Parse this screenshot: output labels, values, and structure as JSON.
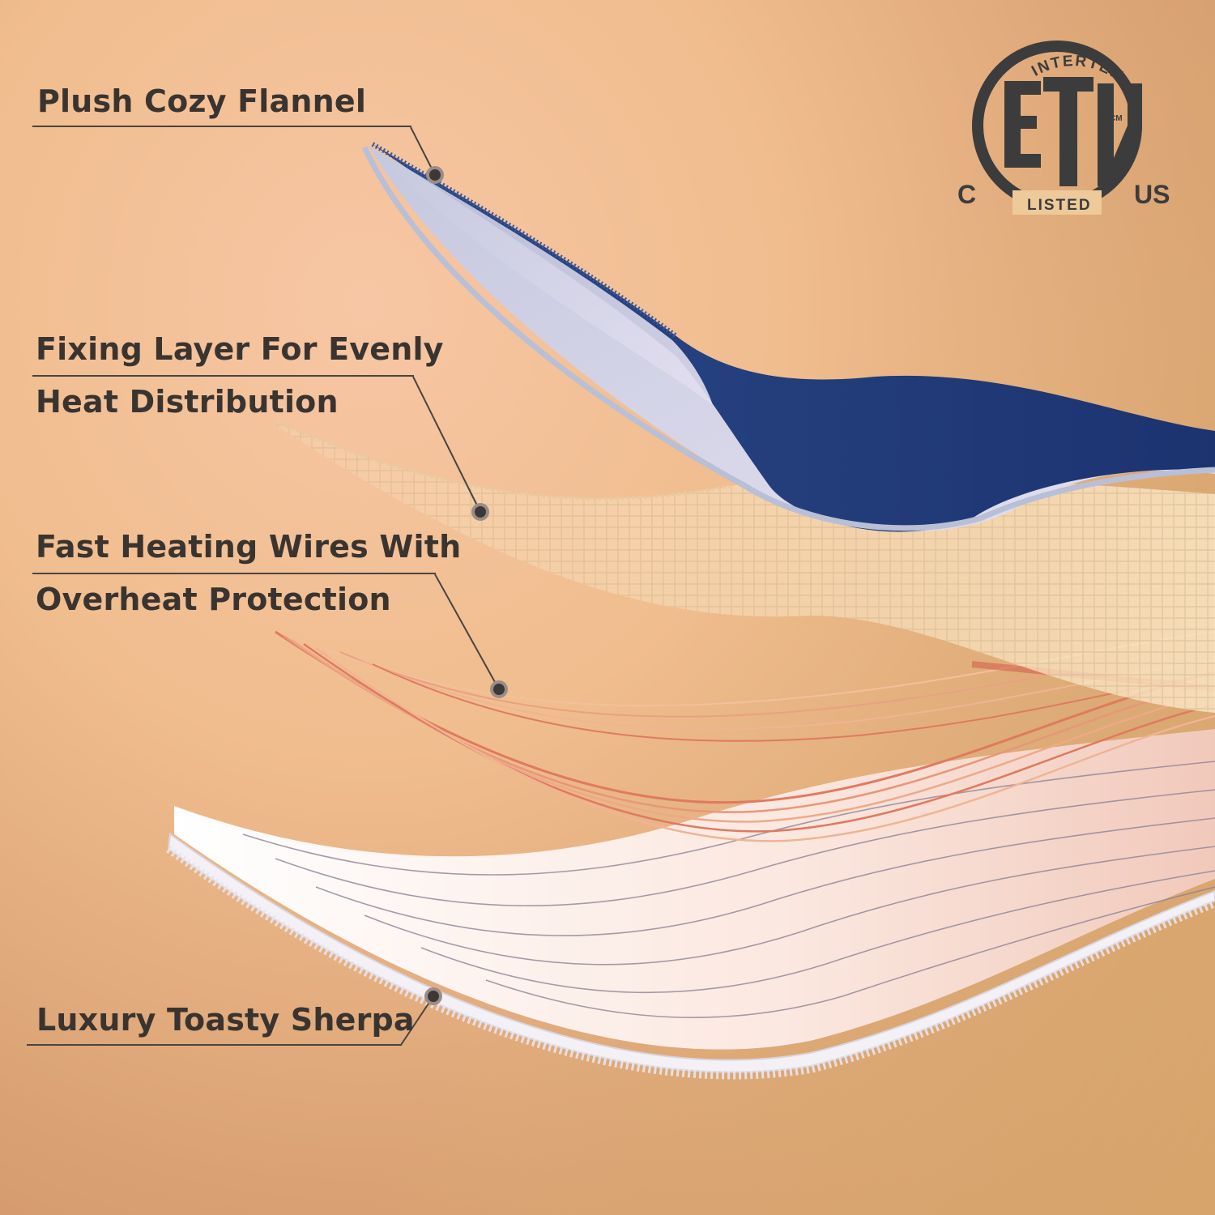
{
  "labels": {
    "flannel": "Plush Cozy Flannel",
    "fixing_line1": "Fixing Layer For Evenly",
    "fixing_line2": "Heat Distribution",
    "wires_line1": "Fast Heating Wires With",
    "wires_line2": "Overheat Protection",
    "sherpa": "Luxury Toasty Sherpa"
  },
  "certification": {
    "top_text": "INTERTEK",
    "bottom_text": "LISTED",
    "left_text": "C",
    "right_text": "US",
    "small_mark": "CM",
    "logo_letters": "ETL"
  },
  "colors": {
    "flannel": "#203a74",
    "wires": "#e07a5f",
    "text": "#3a3430"
  }
}
